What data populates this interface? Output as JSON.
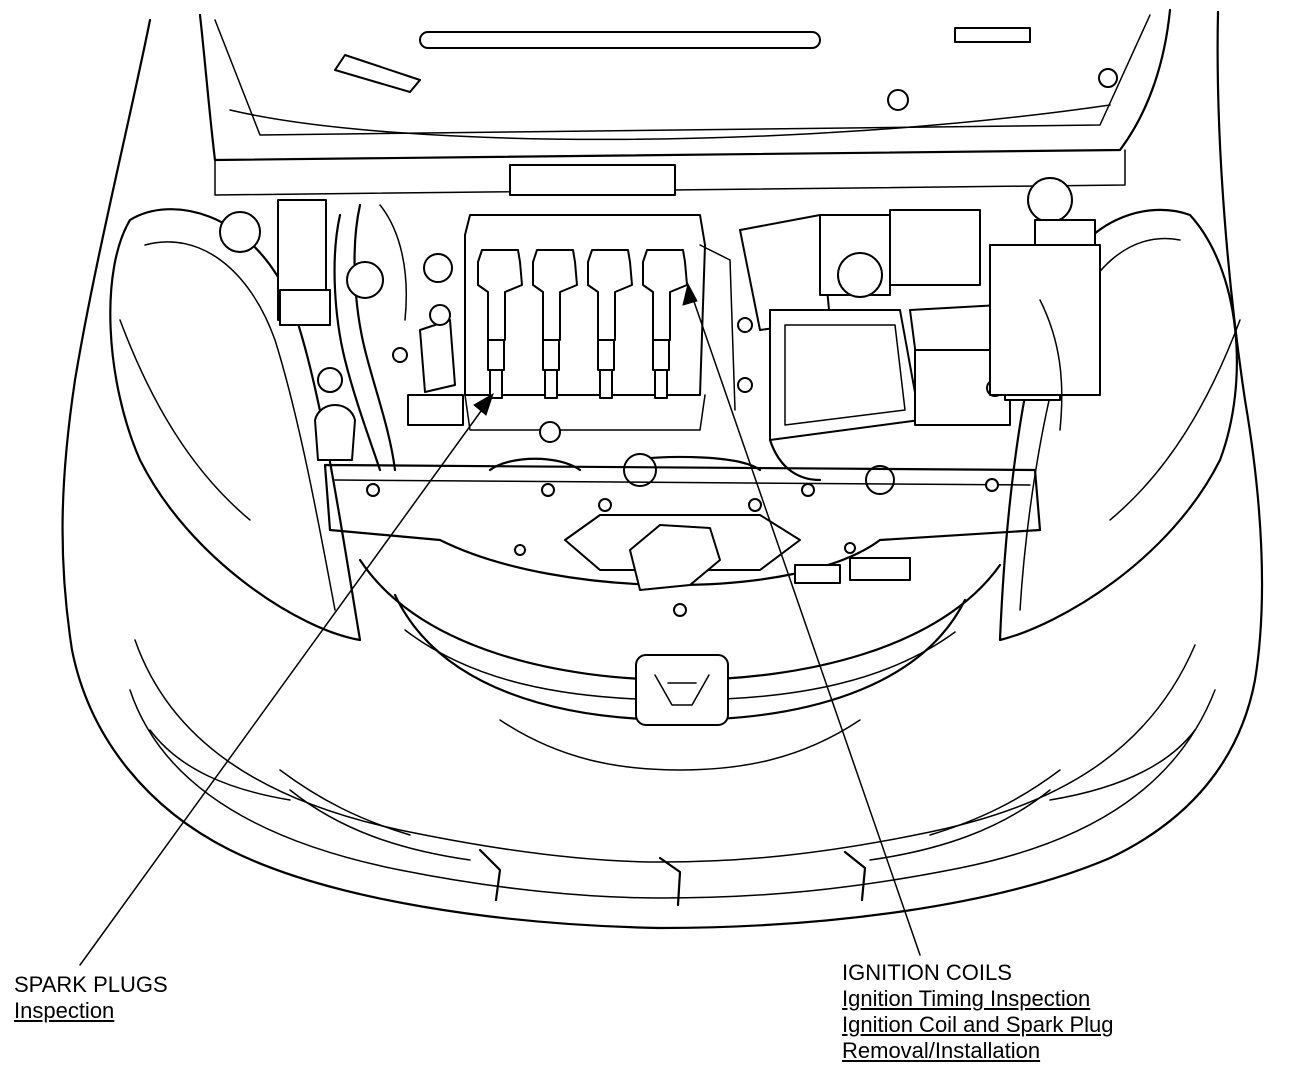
{
  "callouts": {
    "spark_plugs": {
      "title": "SPARK PLUGS",
      "links": [
        "Inspection"
      ]
    },
    "ignition_coils": {
      "title": "IGNITION COILS",
      "links": [
        "Ignition Timing Inspection",
        "Ignition Coil and Spark Plug",
        "Removal/Installation"
      ]
    }
  },
  "icons": {
    "logo": "honda-emblem-icon"
  }
}
